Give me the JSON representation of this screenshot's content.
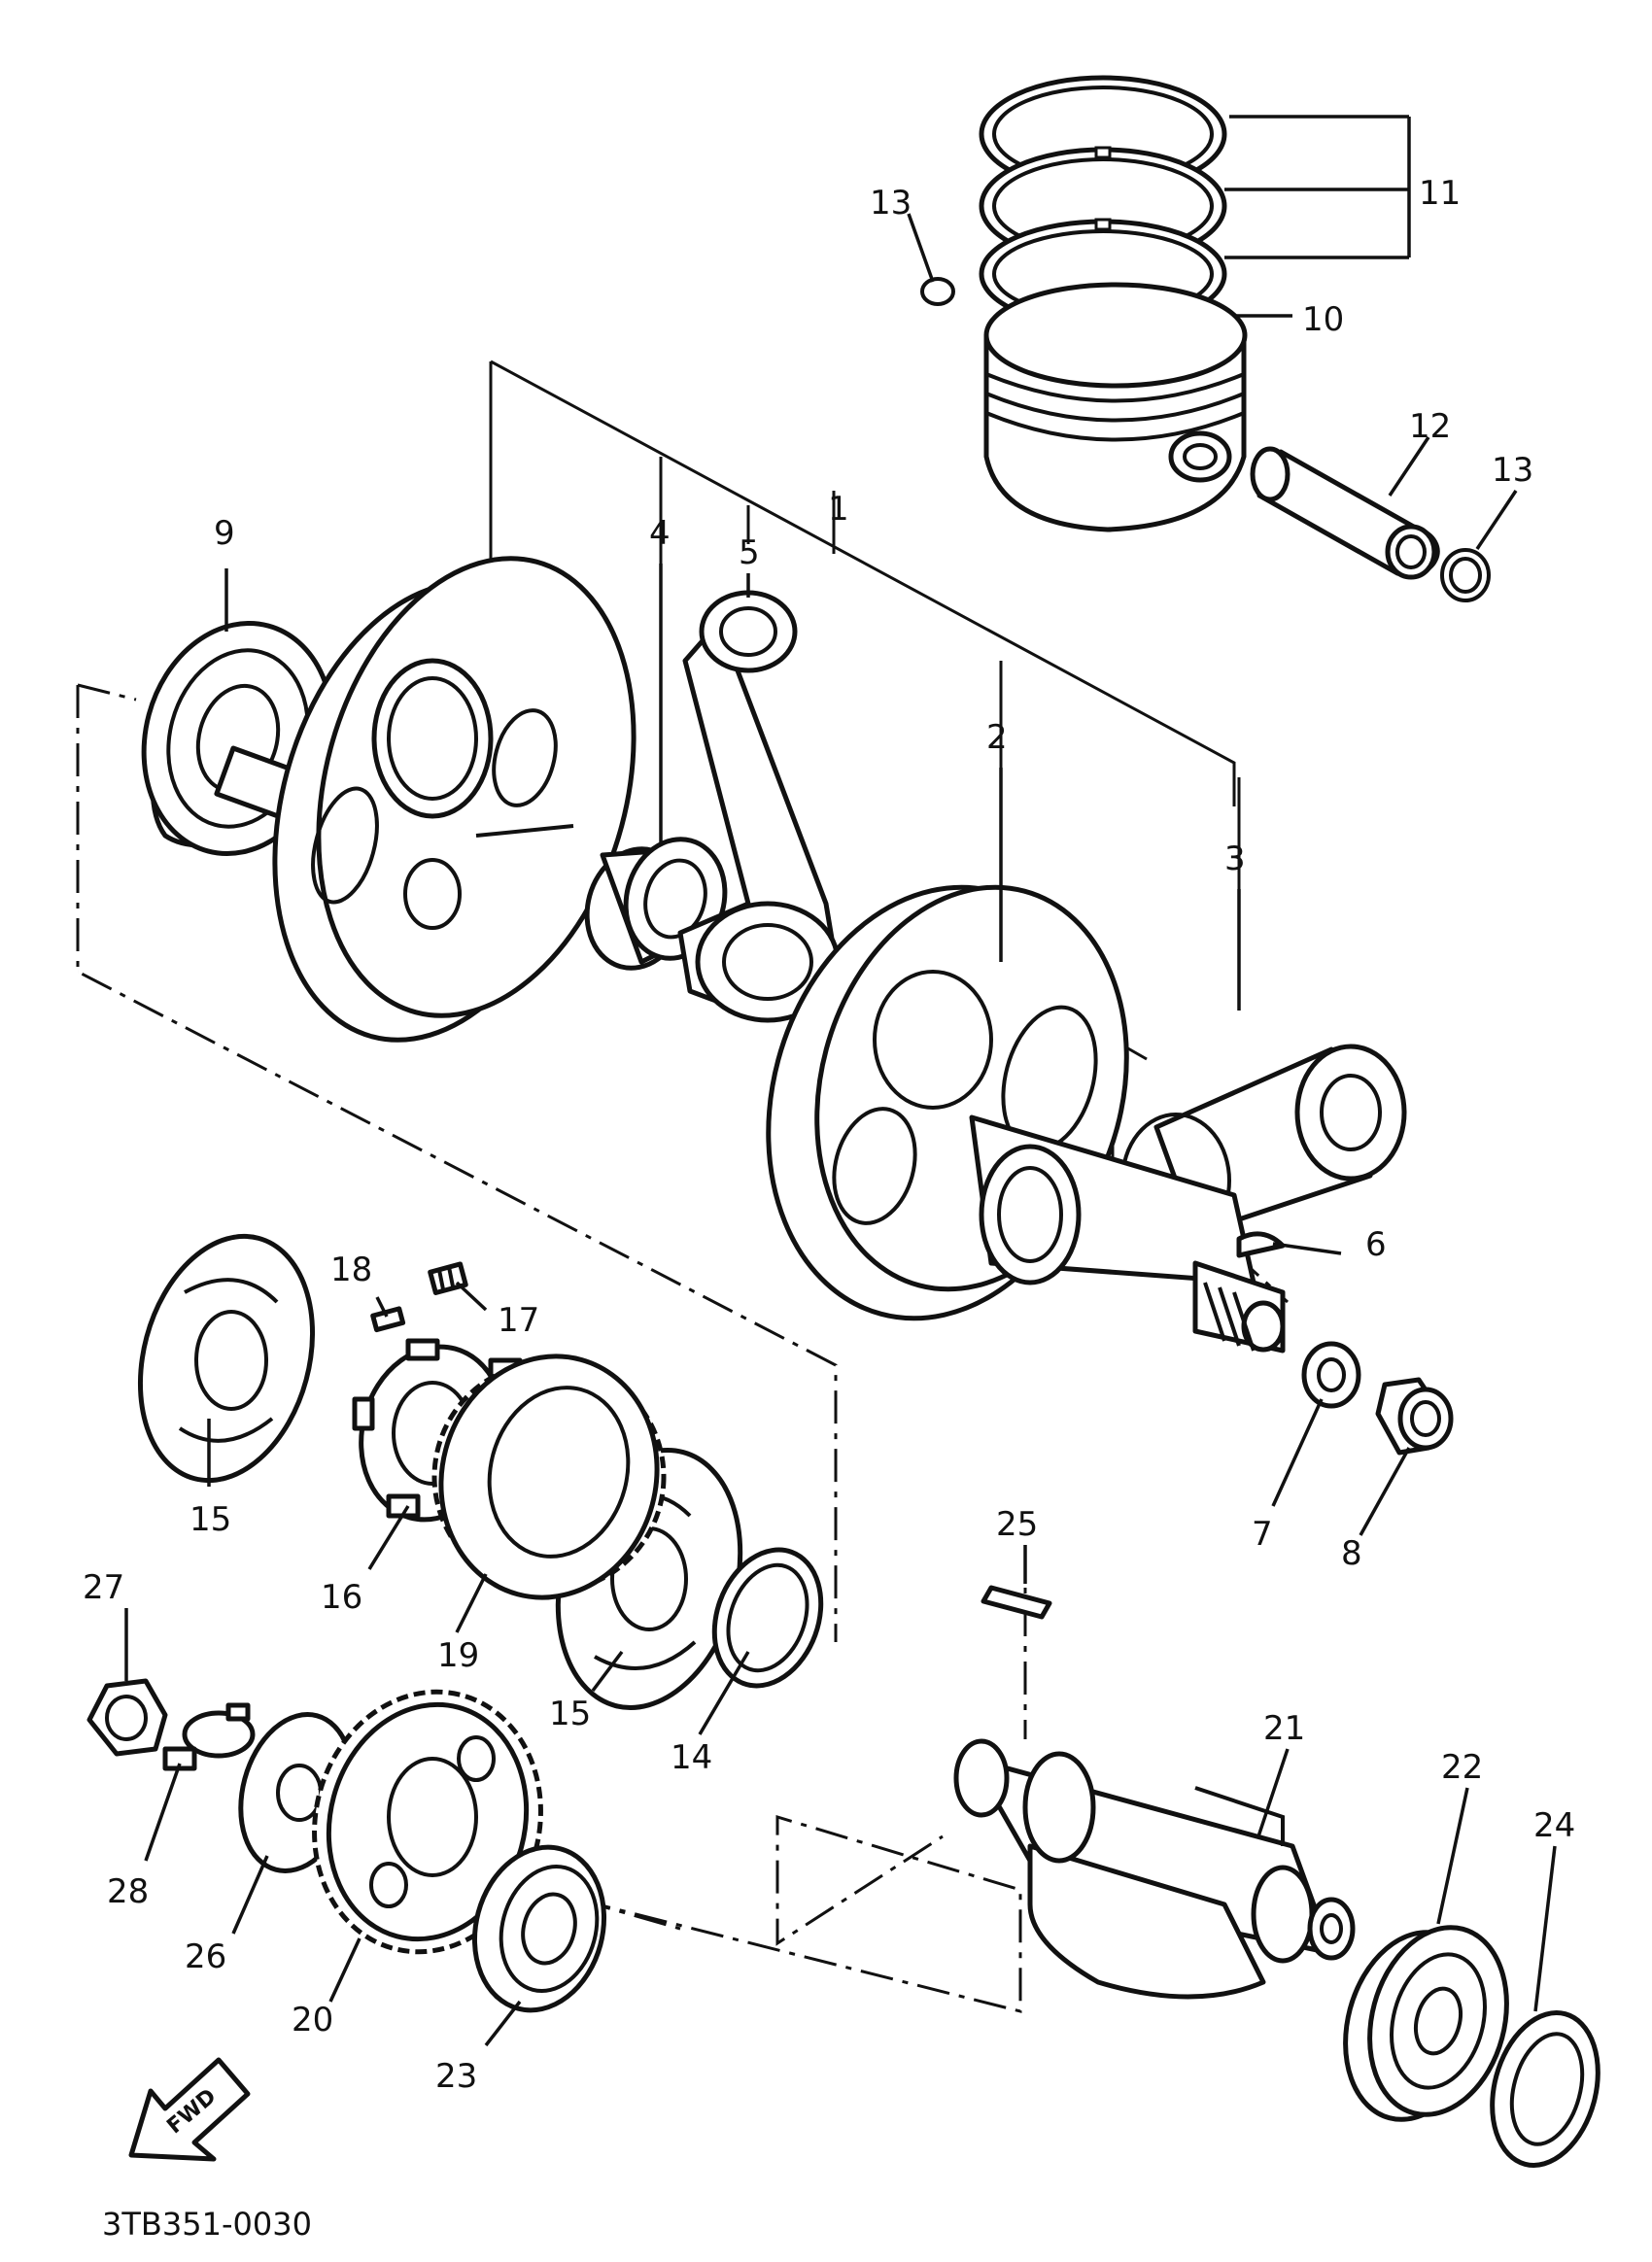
{
  "diagram": {
    "reference_code": "3TB351-0030",
    "fwd_label": "FWD",
    "callouts": [
      "1",
      "2",
      "3",
      "4",
      "5",
      "6",
      "7",
      "8",
      "9",
      "10",
      "11",
      "12",
      "13",
      "13",
      "14",
      "15",
      "15",
      "16",
      "17",
      "18",
      "19",
      "20",
      "21",
      "22",
      "23",
      "24",
      "25",
      "26",
      "27",
      "28"
    ]
  }
}
